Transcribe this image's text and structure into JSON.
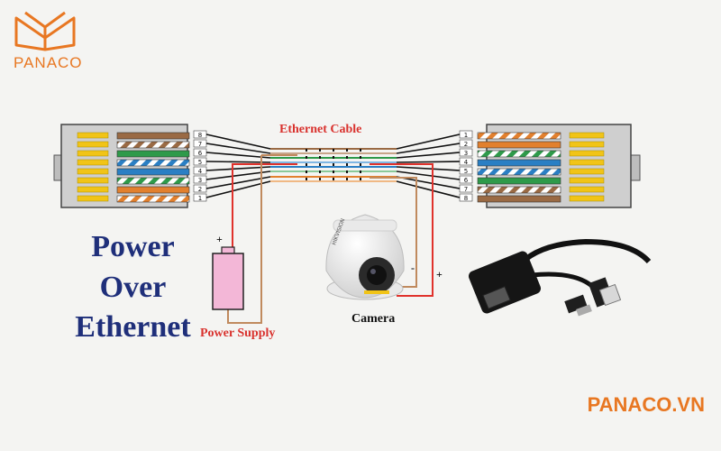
{
  "brand": {
    "logo_text": "PANACO",
    "website": "PANACO.VN",
    "color": "#e87722"
  },
  "title": {
    "line1": "Power",
    "line2": "Over",
    "line3": "Ethernet",
    "color": "#1f2f7a"
  },
  "labels": {
    "ethernet_cable": "Ethernet Cable",
    "power_supply": "Power Supply",
    "camera": "Camera",
    "plus": "+",
    "minus": "-",
    "label_color": "#d9322e"
  },
  "pins_left": [
    "8",
    "7",
    "6",
    "5",
    "4",
    "3",
    "2",
    "1"
  ],
  "pins_right": [
    "1",
    "2",
    "3",
    "4",
    "5",
    "6",
    "7",
    "8"
  ],
  "colors": {
    "wire_orange": "#e2802e",
    "wire_green": "#2e9a4a",
    "wire_blue": "#2a7fc4",
    "wire_brown": "#9a6a44",
    "power_red": "#e0322c",
    "power_brown": "#c08a5e",
    "contact_gold": "#f1c417",
    "connector_gray": "#c9c9c9",
    "battery_pink": "#f3b7d7"
  }
}
